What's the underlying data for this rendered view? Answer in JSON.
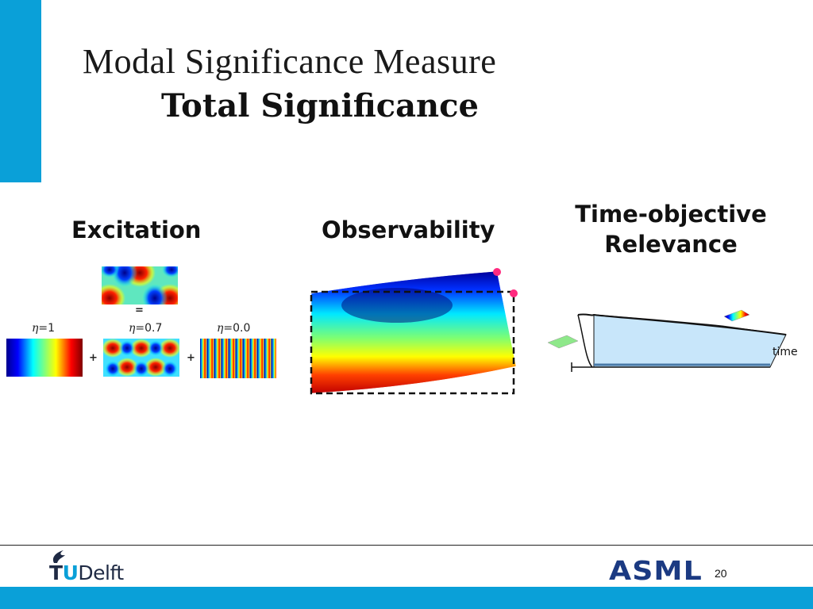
{
  "slide": {
    "title": "Modal Significance Measure",
    "subtitle": "Total Significance",
    "page_number": "20",
    "colors": {
      "accent": "#0aa0d8",
      "logo_blue": "#1b3a82"
    }
  },
  "columns": {
    "excitation": {
      "heading": "Excitation",
      "equals": "=",
      "plus": "+",
      "eta_symbol": "η",
      "etas": [
        "=1",
        "=0.7",
        "=0.0"
      ]
    },
    "observability": {
      "heading": "Observability"
    },
    "relevance": {
      "heading_line1": "Time-objective",
      "heading_line2": "Relevance",
      "axis_label": "time"
    }
  },
  "footer": {
    "tudelft": {
      "t": "T",
      "u": "U",
      "rest": "Delft"
    },
    "asml": "ASML"
  }
}
